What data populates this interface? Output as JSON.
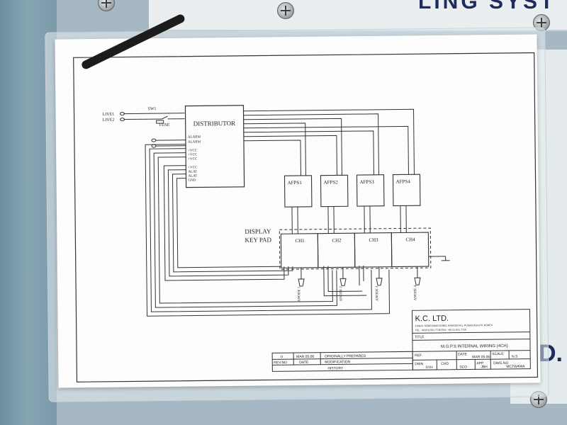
{
  "background": {
    "top_plate_text": "LING SYST",
    "right_plate_text": "D."
  },
  "schematic": {
    "inputs": [
      "LIVE1",
      "LIVE2"
    ],
    "switch_label": "SW1",
    "fuse_label": "FUSE",
    "distributor": {
      "title": "DISTRIBUTOR",
      "pins": [
        "ALARM",
        "ALARM",
        "+VCC",
        "+VCC",
        "+VCC",
        "+VCC",
        "ALAT",
        "ALAT",
        "GND"
      ]
    },
    "afps_modules": [
      "AFPS1",
      "AFPS2",
      "AFPS3",
      "AFPS4"
    ],
    "display_label_line1": "DISPLAY",
    "display_label_line2": "KEY PAD",
    "channels": [
      "CH1",
      "CH2",
      "CH3",
      "CH4"
    ],
    "anodes": [
      "ANODE 1",
      "ANODE 2",
      "ANODE 3",
      "ANODE 4"
    ]
  },
  "title_block": {
    "company": "K.C.  LTD.",
    "address": "1509-8, SONGJUNG-DONG, KANGSO-KU, PUSAN 618-270, KOREA",
    "tel": "TEL: +82(51) 831 7730   FAX: +82 51 831 7720",
    "title_label": "TITLE",
    "title": "M.G.P.S INTERNAL WIRING (4CH)",
    "ref_label": "REF.",
    "date_label": "DATE",
    "date": "MAR.05.06",
    "scale_label": "SCALE",
    "scale": "N.S",
    "dwn_label": "DWN",
    "dwn": "SYH",
    "chd_label": "CHD",
    "chd": "SCO",
    "app_label": "APP",
    "app": "JBH",
    "dwg_label": "DWG.NO",
    "dwg": "MCTW4WA"
  },
  "history": {
    "rev": "0",
    "date": "MAR.05.06",
    "text": "ORIGINALLY PREPARED",
    "headers": [
      "REV.NO",
      "DATE",
      "MODIFICATION"
    ],
    "footer": "HISTORY"
  }
}
